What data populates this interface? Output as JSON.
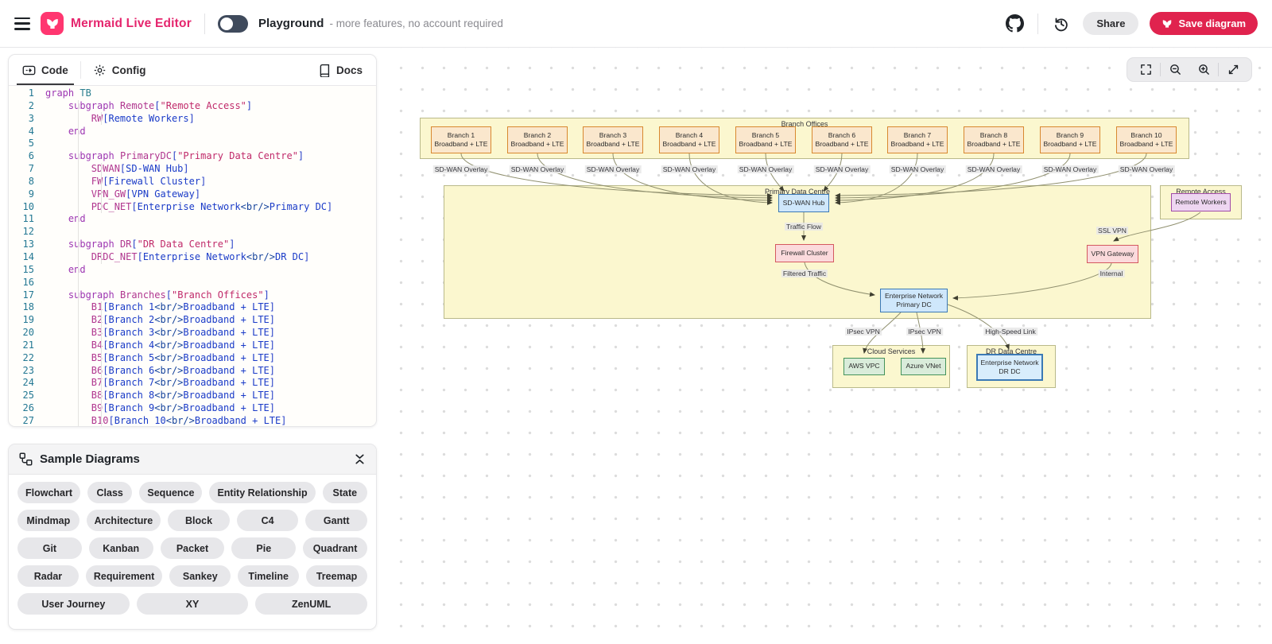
{
  "header": {
    "title": "Mermaid Live Editor",
    "toggle_label": "Playground",
    "toggle_subtitle": "- more features, no account required",
    "share_label": "Share",
    "save_label": "Save diagram"
  },
  "editor": {
    "tabs": {
      "code": "Code",
      "config": "Config",
      "docs": "Docs"
    },
    "lines": [
      [
        [
          "kw",
          "graph"
        ],
        [
          "pl",
          " "
        ],
        [
          "dir",
          "TB"
        ]
      ],
      [
        [
          "pl",
          "    "
        ],
        [
          "kw",
          "subgraph"
        ],
        [
          "pl",
          " "
        ],
        [
          "id",
          "Remote"
        ],
        [
          "br",
          "["
        ],
        [
          "str",
          "\"Remote Access\""
        ],
        [
          "br",
          "]"
        ]
      ],
      [
        [
          "pl",
          "        "
        ],
        [
          "id",
          "RW"
        ],
        [
          "br",
          "["
        ],
        [
          "txt",
          "Remote Workers"
        ],
        [
          "br",
          "]"
        ]
      ],
      [
        [
          "pl",
          "    "
        ],
        [
          "kw",
          "end"
        ]
      ],
      [],
      [
        [
          "pl",
          "    "
        ],
        [
          "kw",
          "subgraph"
        ],
        [
          "pl",
          " "
        ],
        [
          "id",
          "PrimaryDC"
        ],
        [
          "br",
          "["
        ],
        [
          "str",
          "\"Primary Data Centre\""
        ],
        [
          "br",
          "]"
        ]
      ],
      [
        [
          "pl",
          "        "
        ],
        [
          "id",
          "SDWAN"
        ],
        [
          "br",
          "["
        ],
        [
          "txt",
          "SD-WAN Hub"
        ],
        [
          "br",
          "]"
        ]
      ],
      [
        [
          "pl",
          "        "
        ],
        [
          "id",
          "FW"
        ],
        [
          "br",
          "["
        ],
        [
          "txt",
          "Firewall Cluster"
        ],
        [
          "br",
          "]"
        ]
      ],
      [
        [
          "pl",
          "        "
        ],
        [
          "id",
          "VPN_GW"
        ],
        [
          "br",
          "["
        ],
        [
          "txt",
          "VPN Gateway"
        ],
        [
          "br",
          "]"
        ]
      ],
      [
        [
          "pl",
          "        "
        ],
        [
          "id",
          "PDC_NET"
        ],
        [
          "br",
          "["
        ],
        [
          "txt",
          "Enterprise Network"
        ],
        [
          "tag",
          "<br/>"
        ],
        [
          "txt",
          "Primary DC"
        ],
        [
          "br",
          "]"
        ]
      ],
      [
        [
          "pl",
          "    "
        ],
        [
          "kw",
          "end"
        ]
      ],
      [],
      [
        [
          "pl",
          "    "
        ],
        [
          "kw",
          "subgraph"
        ],
        [
          "pl",
          " "
        ],
        [
          "id",
          "DR"
        ],
        [
          "br",
          "["
        ],
        [
          "str",
          "\"DR Data Centre\""
        ],
        [
          "br",
          "]"
        ]
      ],
      [
        [
          "pl",
          "        "
        ],
        [
          "id",
          "DRDC_NET"
        ],
        [
          "br",
          "["
        ],
        [
          "txt",
          "Enterprise Network"
        ],
        [
          "tag",
          "<br/>"
        ],
        [
          "txt",
          "DR DC"
        ],
        [
          "br",
          "]"
        ]
      ],
      [
        [
          "pl",
          "    "
        ],
        [
          "kw",
          "end"
        ]
      ],
      [],
      [
        [
          "pl",
          "    "
        ],
        [
          "kw",
          "subgraph"
        ],
        [
          "pl",
          " "
        ],
        [
          "id",
          "Branches"
        ],
        [
          "br",
          "["
        ],
        [
          "str",
          "\"Branch Offices\""
        ],
        [
          "br",
          "]"
        ]
      ],
      [
        [
          "pl",
          "        "
        ],
        [
          "id",
          "B1"
        ],
        [
          "br",
          "["
        ],
        [
          "txt",
          "Branch 1"
        ],
        [
          "tag",
          "<br/>"
        ],
        [
          "txt",
          "Broadband + LTE"
        ],
        [
          "br",
          "]"
        ]
      ],
      [
        [
          "pl",
          "        "
        ],
        [
          "id",
          "B2"
        ],
        [
          "br",
          "["
        ],
        [
          "txt",
          "Branch 2"
        ],
        [
          "tag",
          "<br/>"
        ],
        [
          "txt",
          "Broadband + LTE"
        ],
        [
          "br",
          "]"
        ]
      ],
      [
        [
          "pl",
          "        "
        ],
        [
          "id",
          "B3"
        ],
        [
          "br",
          "["
        ],
        [
          "txt",
          "Branch 3"
        ],
        [
          "tag",
          "<br/>"
        ],
        [
          "txt",
          "Broadband + LTE"
        ],
        [
          "br",
          "]"
        ]
      ],
      [
        [
          "pl",
          "        "
        ],
        [
          "id",
          "B4"
        ],
        [
          "br",
          "["
        ],
        [
          "txt",
          "Branch 4"
        ],
        [
          "tag",
          "<br/>"
        ],
        [
          "txt",
          "Broadband + LTE"
        ],
        [
          "br",
          "]"
        ]
      ],
      [
        [
          "pl",
          "        "
        ],
        [
          "id",
          "B5"
        ],
        [
          "br",
          "["
        ],
        [
          "txt",
          "Branch 5"
        ],
        [
          "tag",
          "<br/>"
        ],
        [
          "txt",
          "Broadband + LTE"
        ],
        [
          "br",
          "]"
        ]
      ],
      [
        [
          "pl",
          "        "
        ],
        [
          "id",
          "B6"
        ],
        [
          "br",
          "["
        ],
        [
          "txt",
          "Branch 6"
        ],
        [
          "tag",
          "<br/>"
        ],
        [
          "txt",
          "Broadband + LTE"
        ],
        [
          "br",
          "]"
        ]
      ],
      [
        [
          "pl",
          "        "
        ],
        [
          "id",
          "B7"
        ],
        [
          "br",
          "["
        ],
        [
          "txt",
          "Branch 7"
        ],
        [
          "tag",
          "<br/>"
        ],
        [
          "txt",
          "Broadband + LTE"
        ],
        [
          "br",
          "]"
        ]
      ],
      [
        [
          "pl",
          "        "
        ],
        [
          "id",
          "B8"
        ],
        [
          "br",
          "["
        ],
        [
          "txt",
          "Branch 8"
        ],
        [
          "tag",
          "<br/>"
        ],
        [
          "txt",
          "Broadband + LTE"
        ],
        [
          "br",
          "]"
        ]
      ],
      [
        [
          "pl",
          "        "
        ],
        [
          "id",
          "B9"
        ],
        [
          "br",
          "["
        ],
        [
          "txt",
          "Branch 9"
        ],
        [
          "tag",
          "<br/>"
        ],
        [
          "txt",
          "Broadband + LTE"
        ],
        [
          "br",
          "]"
        ]
      ],
      [
        [
          "pl",
          "        "
        ],
        [
          "id",
          "B10"
        ],
        [
          "br",
          "["
        ],
        [
          "txt",
          "Branch 10"
        ],
        [
          "tag",
          "<br/>"
        ],
        [
          "txt",
          "Broadband + LTE"
        ],
        [
          "br",
          "]"
        ]
      ]
    ]
  },
  "samples": {
    "title": "Sample Diagrams",
    "rows": [
      [
        "Flowchart",
        "Class",
        "Sequence",
        "Entity Relationship",
        "State"
      ],
      [
        "Mindmap",
        "Architecture",
        "Block",
        "C4",
        "Gantt"
      ],
      [
        "Git",
        "Kanban",
        "Packet",
        "Pie",
        "Quadrant"
      ],
      [
        "Radar",
        "Requirement",
        "Sankey",
        "Timeline",
        "Treemap"
      ],
      [
        "User Journey",
        "XY",
        "ZenUML"
      ]
    ]
  },
  "toolbar_icons": [
    "fullscreen",
    "zoom-out",
    "zoom-in",
    "expand"
  ],
  "diagram": {
    "subgraph_labels": {
      "branches": "Branch Offices",
      "primary": "Primary Data Centre",
      "remote": "Remote Access",
      "cloud": "Cloud Services",
      "dr": "DR Data Centre"
    },
    "branches": [
      "Branch 1",
      "Branch 2",
      "Branch 3",
      "Branch 4",
      "Branch 5",
      "Branch 6",
      "Branch 7",
      "Branch 8",
      "Branch 9",
      "Branch 10"
    ],
    "branch_subtitle": "Broadband + LTE",
    "overlay_label": "SD-WAN Overlay",
    "nodes": {
      "sdwan": "SD-WAN Hub",
      "firewall": "Firewall Cluster",
      "vpn_gateway": "VPN Gateway",
      "ent_primary_line1": "Enterprise Network",
      "ent_primary_line2": "Primary DC",
      "remote_workers": "Remote Workers",
      "aws": "AWS VPC",
      "azure": "Azure VNet",
      "ent_dr_line1": "Enterprise Network",
      "ent_dr_line2": "DR DC"
    },
    "edge_labels": {
      "traffic_flow": "Traffic Flow",
      "filtered_traffic": "Filtered Traffic",
      "ssl_vpn": "SSL VPN",
      "internal": "Internal",
      "ipsec_1": "IPsec VPN",
      "ipsec_2": "IPsec VPN",
      "high_speed": "High-Speed Link"
    }
  },
  "colors": {
    "brand_pink": "#e5256d",
    "logo_pink": "#ff3670",
    "save_button": "#e0234e",
    "subgraph_fill": "#fbf7cf",
    "node_blue": "#cfe7fb",
    "node_pink": "#fbdadc",
    "node_purple": "#eed6f1",
    "node_green": "#d9ecda",
    "node_orange": "#fae7cd"
  }
}
